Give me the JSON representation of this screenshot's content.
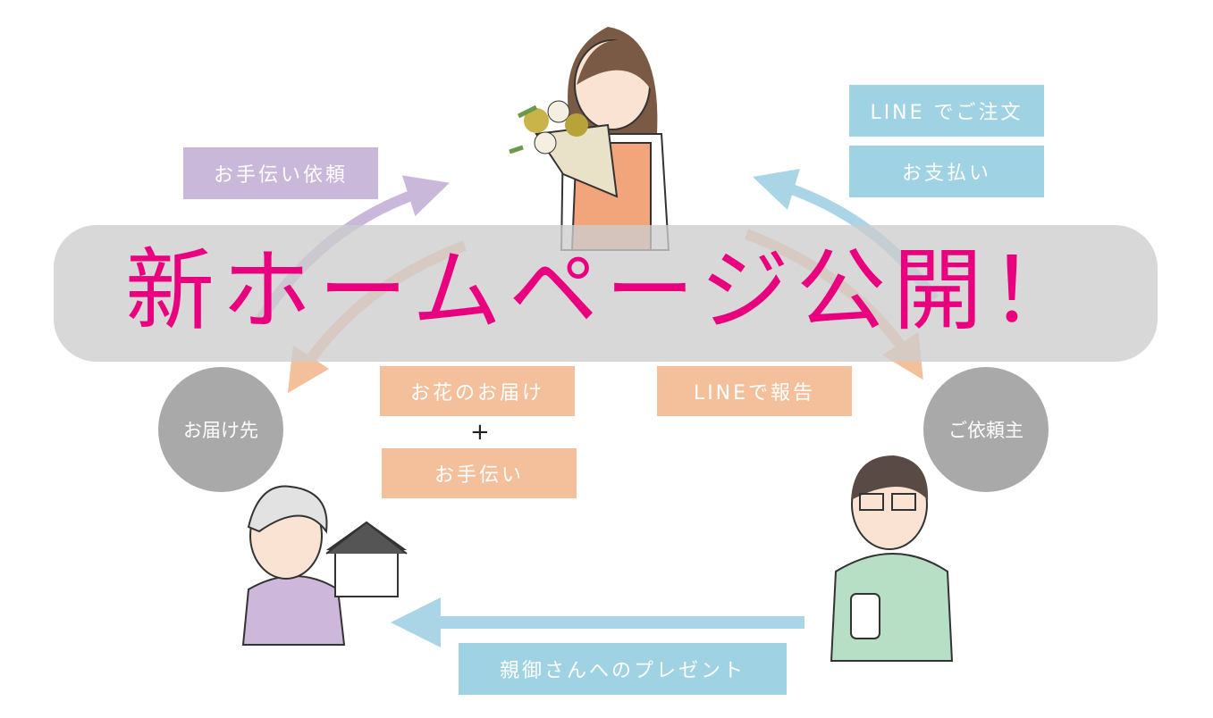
{
  "labels": {
    "help_request": "お手伝い依頼",
    "line_order": "LINE でご注文",
    "payment": "お支払い",
    "flower_delivery": "お花のお届け",
    "plus": "+",
    "help": "お手伝い",
    "line_report": "LINEで報告",
    "present": "親御さんへのプレゼント"
  },
  "nodes": {
    "recipient": "お届け先",
    "client": "ご依頼主"
  },
  "headline": "新ホームページ公開！",
  "colors": {
    "purple": "#c9b8d9",
    "blue": "#9fd2e3",
    "orange": "#f4c09c",
    "gray": "#a9a9a9",
    "headline": "#e8007f"
  }
}
